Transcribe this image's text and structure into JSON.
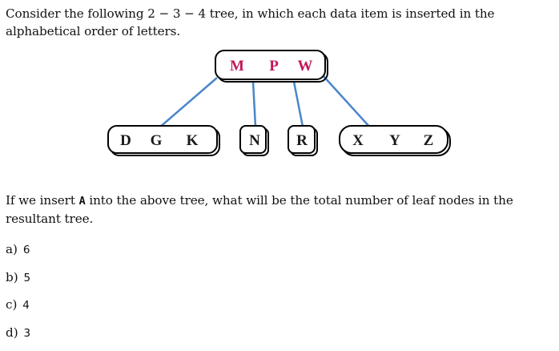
{
  "question": {
    "text": "Consider the following 2 − 3 − 4 tree, in which each data item is inserted in the alphabetical order of letters."
  },
  "tree": {
    "root": {
      "keys": [
        "M",
        "P",
        "W"
      ],
      "color": "#c2185b"
    },
    "leaves": [
      {
        "keys": [
          "D",
          "G",
          "K"
        ]
      },
      {
        "keys": [
          "N"
        ]
      },
      {
        "keys": [
          "R"
        ]
      },
      {
        "keys": [
          "X",
          "Y",
          "Z"
        ]
      }
    ],
    "edge_color": "#4a86c8"
  },
  "prompt": {
    "before": "If we insert ",
    "code": "A",
    "after": " into the above tree, what will be the total number of leaf nodes in the resultant tree."
  },
  "options": [
    {
      "label": "a)",
      "value": "6"
    },
    {
      "label": "b)",
      "value": "5"
    },
    {
      "label": "c)",
      "value": "4"
    },
    {
      "label": "d)",
      "value": "3"
    }
  ]
}
